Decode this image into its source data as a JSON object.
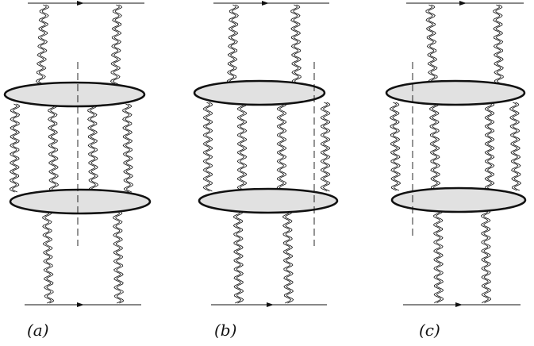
{
  "figure": {
    "panels": [
      {
        "id": "a",
        "label": "(a)"
      },
      {
        "id": "b",
        "label": "(b)"
      },
      {
        "id": "c",
        "label": "(c)"
      }
    ]
  },
  "colors": {
    "stroke": "#111111",
    "blob_fill": "#e1e1e1",
    "background": "#ffffff"
  }
}
